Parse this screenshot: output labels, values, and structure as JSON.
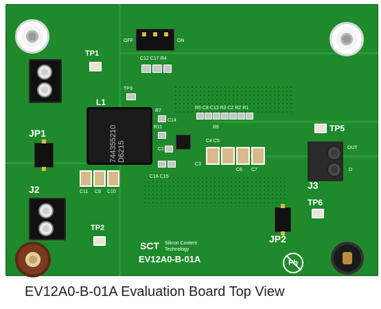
{
  "caption": "EV12A0-B-01A Evaluation Board Top View",
  "board": {
    "colors": {
      "pcb": "#1f8a2c",
      "silkscreen": "#ffffff",
      "inductor": "#1b1b1b"
    },
    "labels": {
      "tp1": "TP1",
      "tp2": "TP2",
      "tp3": "TP3",
      "tp5": "TP5",
      "tp6": "TP6",
      "jp1": "JP1",
      "jp2": "JP2",
      "j2": "J2",
      "j3": "J3",
      "l1": "L1",
      "off": "OFF",
      "on": "ON",
      "c12_c17_r4": "C12 C17 R4",
      "r5_c8_c13_r3_c2_r2_r1": "R5 C8 C13 R3 C2 R2 R1",
      "r7": "R7",
      "c14": "C14",
      "r11": "R11",
      "r6": "R6",
      "c4_c5": "C4  C5",
      "c3": "C3",
      "c6": "C6",
      "c7": "C7",
      "c1": "C1",
      "c16_c15": "C16 C15",
      "c11": "C11",
      "c9": "C9",
      "c10": "C10",
      "vout": "OUT",
      "gnd": "D",
      "logo": "SCT",
      "company": "Silicon Content Technology",
      "part_number": "EV12A0-B-01A",
      "lead_free": "Pb",
      "inductor_marking": "744355210 D6215"
    },
    "icons": [
      "mounting-hole-icon",
      "standoff-icon",
      "lead-free-icon",
      "terminal-screw-icon"
    ]
  }
}
